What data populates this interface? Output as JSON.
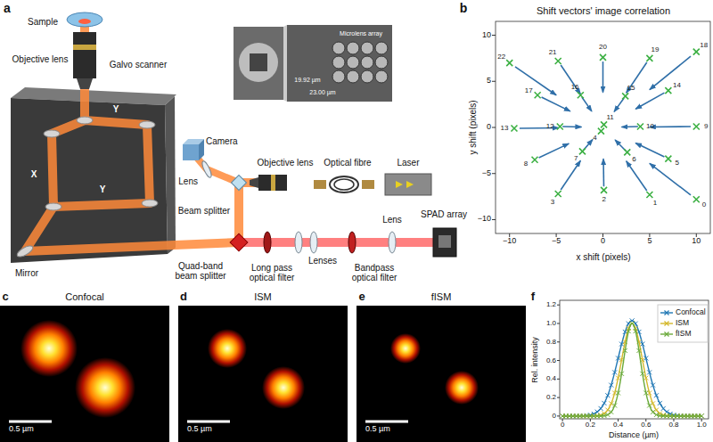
{
  "diagram": {
    "nodes": [
      {
        "text": [
          "Confocal",
          "0.5 µm"
        ]
      },
      {
        "text": [
          "ISM",
          "0.5 µm"
        ]
      },
      {
        "text": [
          "fISM",
          "0.5 µm"
        ]
      }
    ],
    "labels": [
      "a",
      "Sample",
      "Objective lens",
      "Galvo scanner",
      "Y",
      "X",
      "Y",
      "Camera",
      "Lens",
      "Beam splitter",
      "Mirror",
      "Quad-band beam splitter",
      "Long pass optical filter",
      "Lenses",
      "Bandpass optical filter",
      "Lens",
      "SPAD array",
      "Objective lens",
      "Optical fibre",
      "Laser",
      "Microlens array",
      "19.92 µm",
      "23.00 µm",
      "b",
      "Shift vectors' image correlation",
      "y shift (pixels)",
      "x shift (pixels)",
      "10",
      "5",
      "0",
      "−5",
      "−10",
      "−10",
      "−5",
      "0",
      "5",
      "10",
      "0",
      "1",
      "2",
      "3",
      "4",
      "5",
      "6",
      "7",
      "8",
      "9",
      "10",
      "11",
      "12",
      "13",
      "14",
      "15",
      "16",
      "17",
      "18",
      "19",
      "20",
      "21",
      "22",
      "c",
      "d",
      "e",
      "f",
      "Rel. intensity",
      "Distance (µm)",
      "1.2",
      "1.0",
      "0.8",
      "0.6",
      "0.4",
      "0.2",
      "0",
      "0",
      "0.2",
      "0.4",
      "0.6",
      "0.8",
      "1.0"
    ],
    "legend": [
      {
        "text": "Confocal"
      },
      {
        "text": "ISM"
      },
      {
        "text": "fISM"
      }
    ]
  }
}
